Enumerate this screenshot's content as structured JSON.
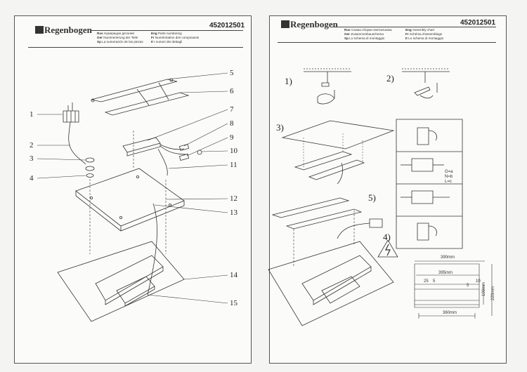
{
  "left_page": {
    "brand": "Regenbogen",
    "part_number": "452012501",
    "legend": [
      {
        "code": "Rus",
        "text": "Нумерация деталей"
      },
      {
        "code": "Ger",
        "text": "Nummerierung der Teile"
      },
      {
        "code": "Sp",
        "text": "La numeración de las piezas"
      },
      {
        "code": "Eng",
        "text": "Parts numbering"
      },
      {
        "code": "Fr",
        "text": "Numérotation des composants"
      },
      {
        "code": "It",
        "text": "I numeri dei dettagli"
      }
    ],
    "part_labels": [
      "1",
      "2",
      "3",
      "4",
      "5",
      "6",
      "7",
      "8",
      "9",
      "10",
      "11",
      "12",
      "13",
      "14",
      "15"
    ]
  },
  "right_page": {
    "brand": "Regenbogen",
    "part_number": "452012501",
    "legend": [
      {
        "code": "Rus",
        "text": "Схема сборки светильника"
      },
      {
        "code": "Ger",
        "text": "Zusammenbauschema"
      },
      {
        "code": "Sp",
        "text": "Lo schema di montaggio"
      },
      {
        "code": "Eng",
        "text": "Assembly chart"
      },
      {
        "code": "Fr",
        "text": "Schéma d'assemblage"
      },
      {
        "code": "It",
        "text": "Lo schema di montaggio"
      }
    ],
    "steps": [
      "1)",
      "2)",
      "3)",
      "4)",
      "5)"
    ],
    "wire_legend": [
      "G=a",
      "N=b",
      "L=c"
    ],
    "dimensions": {
      "outer": "390mm",
      "inner": "395mm",
      "base": "360mm",
      "small_a": "25",
      "small_b": "5",
      "small_c": "5",
      "small_d": "10",
      "height_a": "100mm",
      "height_b": "220mm"
    }
  }
}
